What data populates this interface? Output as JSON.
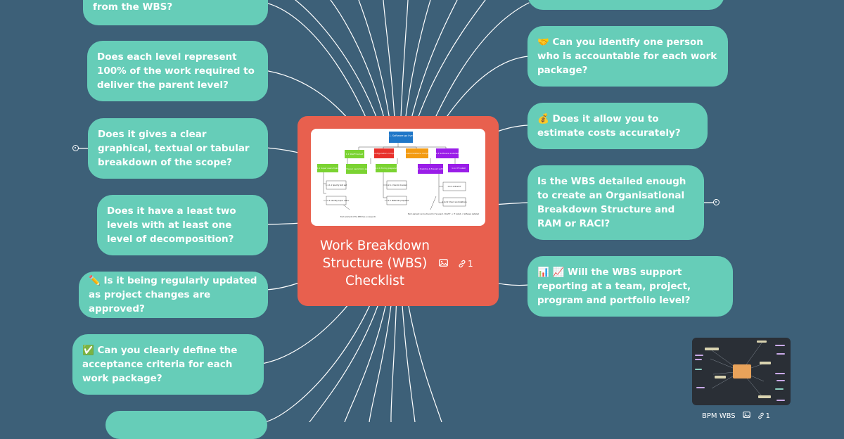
{
  "map": {
    "title": "Work Breakdown Structure (WBS) Checklist",
    "link_count": "1",
    "wbs_image": {
      "root": "1. Software go live",
      "level2": [
        "1.1 Staff trained",
        "1.2 Configuration completed",
        "1.3 Customizations completed",
        "1.4 Software installed"
      ],
      "level3": [
        "1.1.1 Super users trained",
        "1.1.2 Super users train agents",
        "1.2.1 Pricing prepared",
        "1.3.1 Desktop & firewall settings",
        "1.4.2 IT install"
      ],
      "level4": [
        "1.1.1.1 Specify skill set",
        "1.1.1.2 Identify super users",
        "1.2.1.1 Vendor booked",
        "1.2.1.2 Materials prepared",
        "1.4.2.1 Brief IT",
        "1.4.2.2 Check workstations"
      ],
      "note_left": "Each element of the WBS has a unique ID.",
      "note_right": "Each element can be traced to it's parent - Brief IT -> IT install -> Software installed"
    }
  },
  "left_topics": [
    "from the WBS?",
    "Does each level represent 100% of the work required to deliver the parent level?",
    "Does it gives a clear graphical, textual or tabular breakdown of the scope?",
    "Does it have a least two levels with at least one level of decomposition?",
    "✏️ Is it being regularly updated as project changes are approved?",
    "✅ Can you clearly define the acceptance criteria for each work package?",
    ""
  ],
  "right_topics": [
    "",
    "🤝 Can you identify one person who is accountable for each work package?",
    "💰 Does it allow you to estimate costs accurately?",
    "Is the WBS detailed enough to create an Organisational Breakdown Structure and RAM or RACI?",
    "📊 📈 Will the WBS support reporting at a team, project, program and portfolio level?"
  ],
  "minimap": {
    "label": "BPM WBS",
    "link_count": "1"
  },
  "colors": {
    "background": "#3d6078",
    "topic": "#66cdb8",
    "central": "#e8604e",
    "line": "#ffffff"
  }
}
